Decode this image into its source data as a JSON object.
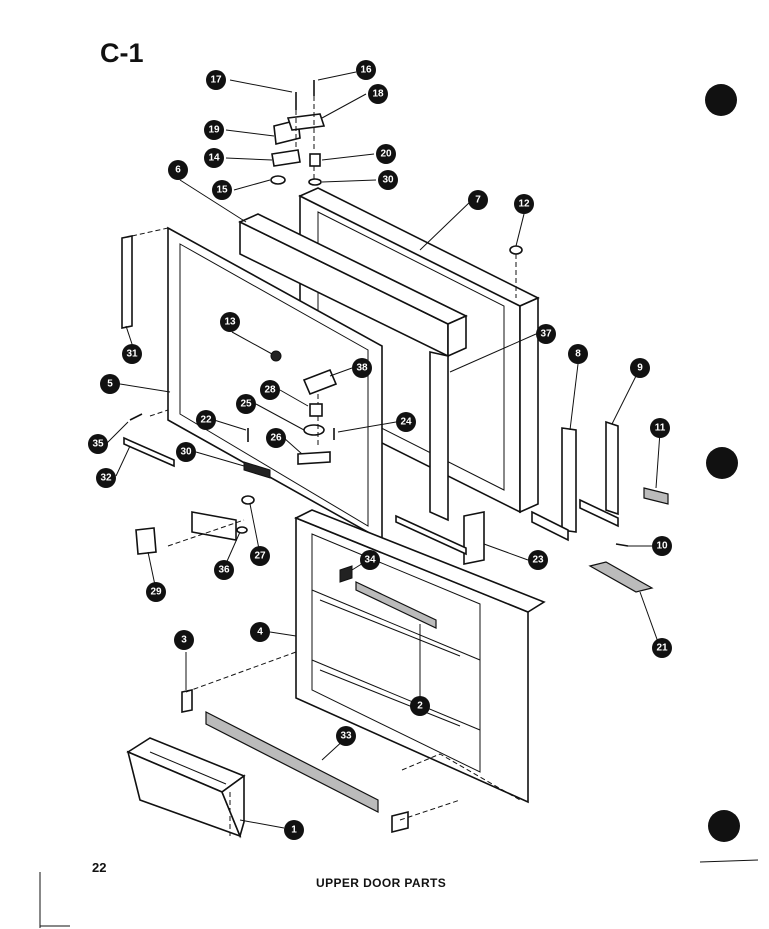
{
  "sheet_id": "C-1",
  "page_number": "22",
  "caption": "UPPER DOOR PARTS",
  "callouts": [
    "17",
    "16",
    "18",
    "19",
    "14",
    "20",
    "15",
    "30",
    "6",
    "7",
    "12",
    "31",
    "13",
    "37",
    "38",
    "5",
    "28",
    "25",
    "24",
    "8",
    "9",
    "35",
    "22",
    "26",
    "11",
    "32",
    "30",
    "29",
    "27",
    "36",
    "34",
    "23",
    "10",
    "4",
    "21",
    "3",
    "2",
    "33",
    "1"
  ],
  "icons": {
    "binder_hole": "filled-circle"
  }
}
